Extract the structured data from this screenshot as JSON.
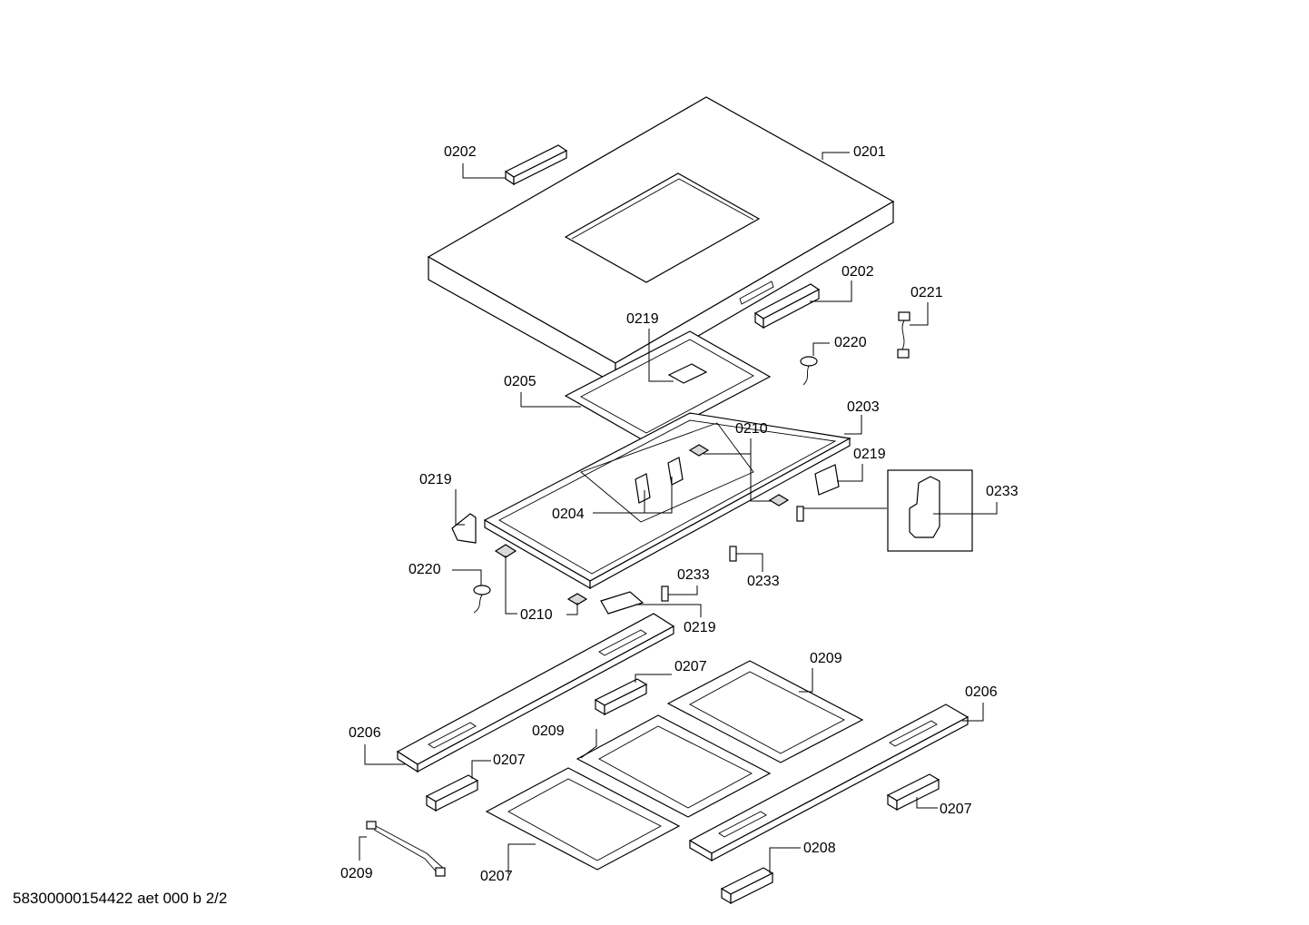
{
  "document_id": "58300000154422 aet 000 b 2/2",
  "callouts": [
    {
      "id": "c01",
      "text": "0202"
    },
    {
      "id": "c02",
      "text": "0201"
    },
    {
      "id": "c03",
      "text": "0202"
    },
    {
      "id": "c04",
      "text": "0221"
    },
    {
      "id": "c05",
      "text": "0219"
    },
    {
      "id": "c06",
      "text": "0220"
    },
    {
      "id": "c07",
      "text": "0205"
    },
    {
      "id": "c08",
      "text": "0203"
    },
    {
      "id": "c09",
      "text": "0210"
    },
    {
      "id": "c10",
      "text": "0219"
    },
    {
      "id": "c11",
      "text": "0219"
    },
    {
      "id": "c12",
      "text": "0233"
    },
    {
      "id": "c13",
      "text": "0204"
    },
    {
      "id": "c14",
      "text": "0220"
    },
    {
      "id": "c15",
      "text": "0233"
    },
    {
      "id": "c16",
      "text": "0233"
    },
    {
      "id": "c17",
      "text": "0210"
    },
    {
      "id": "c18",
      "text": "0219"
    },
    {
      "id": "c19",
      "text": "0207"
    },
    {
      "id": "c20",
      "text": "0209"
    },
    {
      "id": "c21",
      "text": "0206"
    },
    {
      "id": "c22",
      "text": "0206"
    },
    {
      "id": "c23",
      "text": "0209"
    },
    {
      "id": "c24",
      "text": "0207"
    },
    {
      "id": "c25",
      "text": "0207"
    },
    {
      "id": "c26",
      "text": "0208"
    },
    {
      "id": "c27",
      "text": "0209"
    },
    {
      "id": "c28",
      "text": "0207"
    }
  ]
}
